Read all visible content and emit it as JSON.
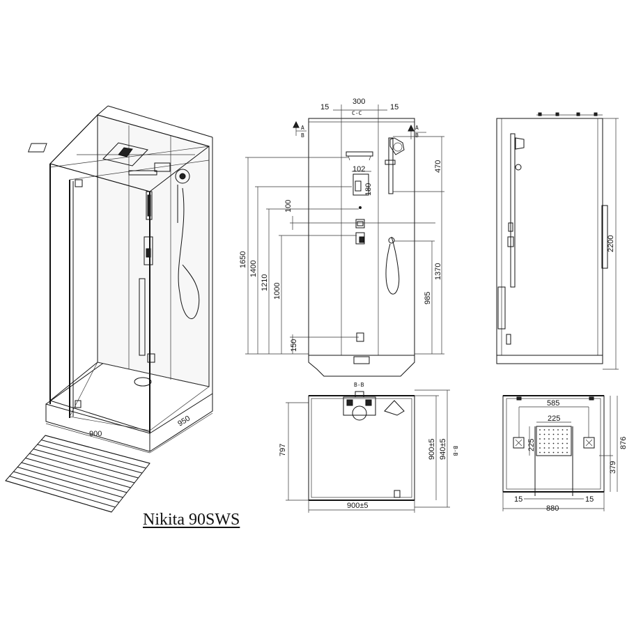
{
  "title": "Nikita 90SWS",
  "perspective": {
    "width": "900",
    "depth": "950"
  },
  "front": {
    "top_left": "15",
    "top_mid": "300",
    "top_right": "15",
    "section": "C-C",
    "marker_a": "A",
    "marker_b": "B",
    "panel_w": "102",
    "panel_h": "180",
    "h_1650": "1650",
    "h_1400": "1400",
    "h_1210": "1210",
    "h_1000": "1000",
    "h_150": "150",
    "h_100": "100",
    "r_470": "470",
    "r_1370": "1370",
    "r_985": "985"
  },
  "side": {
    "height": "2200"
  },
  "plan": {
    "section": "B-B",
    "side_label": "B-B",
    "depth_797": "797",
    "depth_900": "900±5",
    "depth_940": "940±5",
    "width": "900±5"
  },
  "top": {
    "w585": "585",
    "w225": "225",
    "h225": "225",
    "h876": "876",
    "h379": "379",
    "left15": "15",
    "right15": "15",
    "w880": "880"
  }
}
